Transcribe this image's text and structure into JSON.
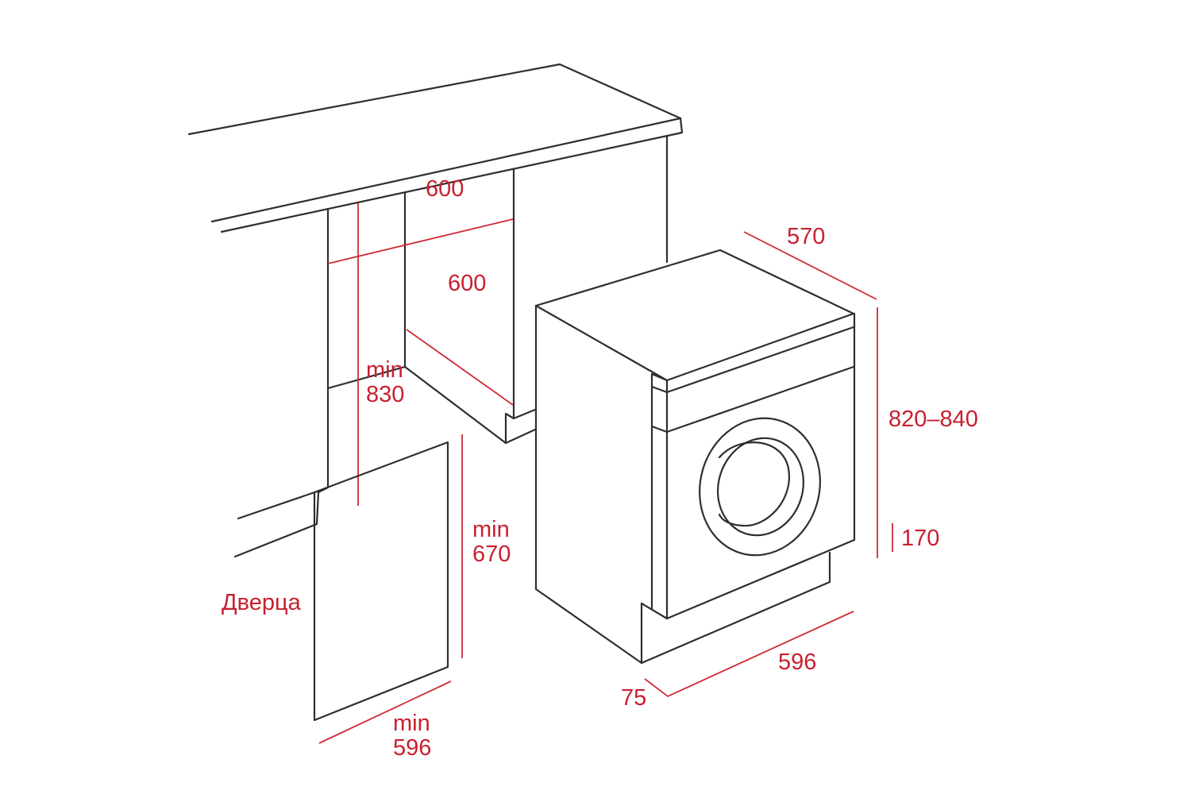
{
  "colors": {
    "line": "#2e2e2e",
    "dimension": "#c8202f"
  },
  "cabinet": {
    "niche_width": "600",
    "niche_depth": "600",
    "height_min_label": "min",
    "height_min_value": "830"
  },
  "door": {
    "label": "Дверца",
    "height_min_label": "min",
    "height_min_value": "670",
    "width_min_label": "min",
    "width_min_value": "596"
  },
  "machine": {
    "depth": "570",
    "height": "820–840",
    "plinth_height": "170",
    "width": "596",
    "plinth_recess": "75"
  }
}
